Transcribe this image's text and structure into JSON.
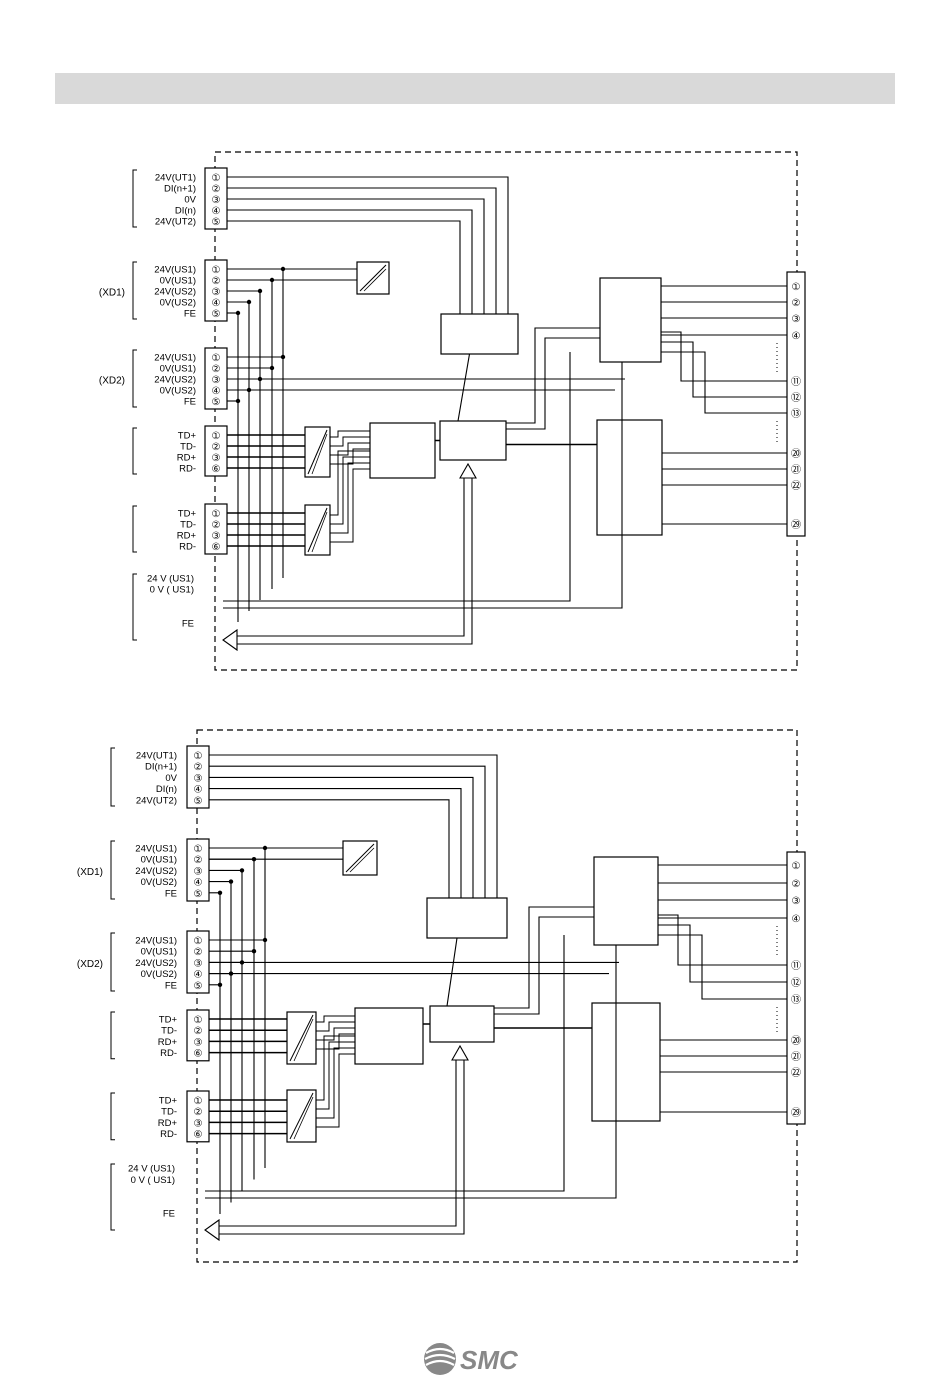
{
  "diagrams": [
    {
      "groups": [
        {
          "pins": [
            {
              "label": "24V(UT1)",
              "num": "①"
            },
            {
              "label": "DI(n+1)",
              "num": "②"
            },
            {
              "label": "0V",
              "num": "③"
            },
            {
              "label": "DI(n)",
              "num": "④"
            },
            {
              "label": "24V(UT2)",
              "num": "⑤"
            }
          ]
        },
        {
          "tag": "(XD1)",
          "pins": [
            {
              "label": "24V(US1)",
              "num": "①"
            },
            {
              "label": "0V(US1)",
              "num": "②"
            },
            {
              "label": "24V(US2)",
              "num": "③"
            },
            {
              "label": "0V(US2)",
              "num": "④"
            },
            {
              "label": "FE",
              "num": "⑤"
            }
          ]
        },
        {
          "tag": "(XD2)",
          "pins": [
            {
              "label": "24V(US1)",
              "num": "①"
            },
            {
              "label": "0V(US1)",
              "num": "②"
            },
            {
              "label": "24V(US2)",
              "num": "③"
            },
            {
              "label": "0V(US2)",
              "num": "④"
            },
            {
              "label": "FE",
              "num": "⑤"
            }
          ]
        },
        {
          "pins": [
            {
              "label": "TD+",
              "num": "①"
            },
            {
              "label": "TD-",
              "num": "②"
            },
            {
              "label": "RD+",
              "num": "③"
            },
            {
              "label": "RD-",
              "num": "⑥"
            }
          ]
        },
        {
          "pins": [
            {
              "label": "TD+",
              "num": "①"
            },
            {
              "label": "TD-",
              "num": "②"
            },
            {
              "label": "RD+",
              "num": "③"
            },
            {
              "label": "RD-",
              "num": "⑥"
            }
          ]
        }
      ],
      "outputs": [
        "24 V (US1)",
        "0 V ( US1)",
        "FE"
      ],
      "right_pins": [
        "①",
        "②",
        "③",
        "④",
        "⑪",
        "⑫",
        "⑬",
        "⑳",
        "㉑",
        "㉒",
        "㉙"
      ]
    },
    {
      "groups": [
        {
          "pins": [
            {
              "label": "24V(UT1)",
              "num": "①"
            },
            {
              "label": "DI(n+1)",
              "num": "②"
            },
            {
              "label": "0V",
              "num": "③"
            },
            {
              "label": "DI(n)",
              "num": "④"
            },
            {
              "label": "24V(UT2)",
              "num": "⑤"
            }
          ]
        },
        {
          "tag": "(XD1)",
          "pins": [
            {
              "label": "24V(US1)",
              "num": "①"
            },
            {
              "label": "0V(US1)",
              "num": "②"
            },
            {
              "label": "24V(US2)",
              "num": "③"
            },
            {
              "label": "0V(US2)",
              "num": "④"
            },
            {
              "label": "FE",
              "num": "⑤"
            }
          ]
        },
        {
          "tag": "(XD2)",
          "pins": [
            {
              "label": "24V(US1)",
              "num": "①"
            },
            {
              "label": "0V(US1)",
              "num": "②"
            },
            {
              "label": "24V(US2)",
              "num": "③"
            },
            {
              "label": "0V(US2)",
              "num": "④"
            },
            {
              "label": "FE",
              "num": "⑤"
            }
          ]
        },
        {
          "pins": [
            {
              "label": "TD+",
              "num": "①"
            },
            {
              "label": "TD-",
              "num": "②"
            },
            {
              "label": "RD+",
              "num": "③"
            },
            {
              "label": "RD-",
              "num": "⑥"
            }
          ]
        },
        {
          "pins": [
            {
              "label": "TD+",
              "num": "①"
            },
            {
              "label": "TD-",
              "num": "②"
            },
            {
              "label": "RD+",
              "num": "③"
            },
            {
              "label": "RD-",
              "num": "⑥"
            }
          ]
        }
      ],
      "outputs": [
        "24 V (US1)",
        "0 V ( US1)",
        "FE"
      ],
      "right_pins": [
        "①",
        "②",
        "③",
        "④",
        "⑪",
        "⑫",
        "⑬",
        "⑳",
        "㉑",
        "㉒",
        "㉙"
      ]
    }
  ],
  "footer": {
    "logo_text": "SMC"
  }
}
